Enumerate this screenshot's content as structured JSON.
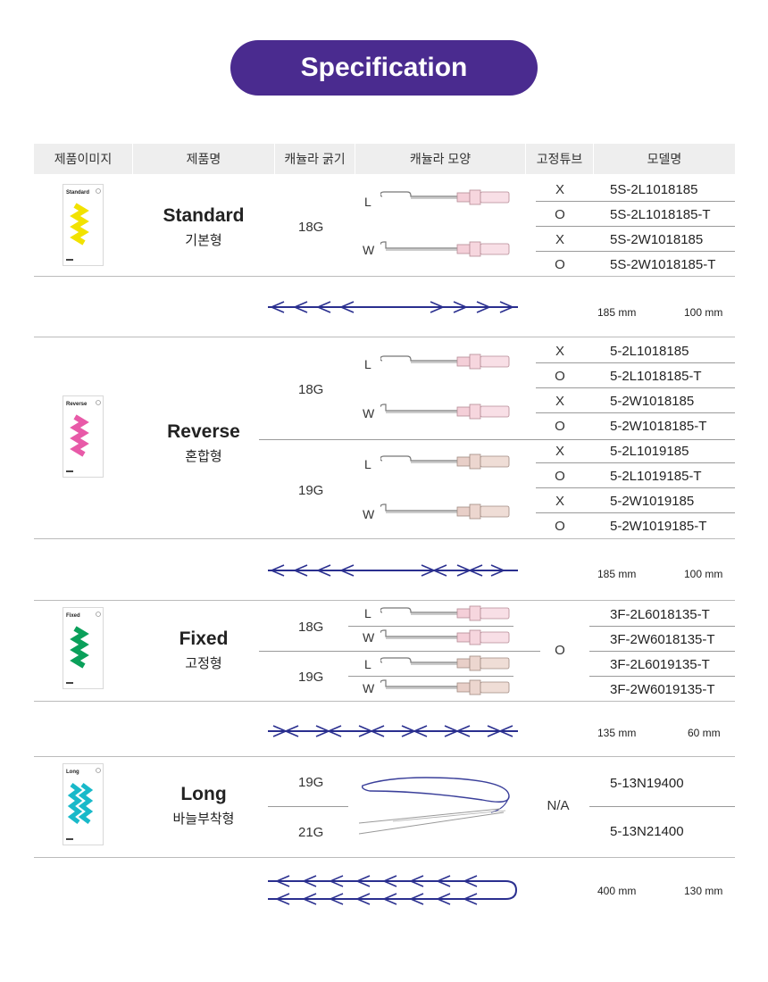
{
  "title": "Specification",
  "header": {
    "image": "제품이미지",
    "name": "제품명",
    "gauge": "캐뉼라 굵기",
    "shape": "캐뉼라 모양",
    "fixing_tube": "고정튜브",
    "model": "모델명"
  },
  "colors": {
    "title_bg": "#4a2b8f",
    "thread": "#2a2f8f",
    "standard": "#f2e200",
    "reverse": "#e85aa8",
    "fixed": "#0aa05a",
    "long": "#19b9c9"
  },
  "standard": {
    "name": "Standard",
    "name_kr": "기본형",
    "pkg_label": "Standard",
    "gauge": "18G",
    "shape_l": "L",
    "shape_w": "W",
    "fix": [
      "X",
      "O",
      "X",
      "O"
    ],
    "models": [
      "5S-2L1018185",
      "5S-2L1018185-T",
      "5S-2W1018185",
      "5S-2W1018185-T"
    ],
    "dim1": "185 mm",
    "dim2": "100 mm"
  },
  "reverse": {
    "name": "Reverse",
    "name_kr": "혼합형",
    "pkg_label": "Reverse",
    "gauge_a": "18G",
    "gauge_b": "19G",
    "shape_l": "L",
    "shape_w": "W",
    "fix": [
      "X",
      "O",
      "X",
      "O",
      "X",
      "O",
      "X",
      "O"
    ],
    "models": [
      "5-2L1018185",
      "5-2L1018185-T",
      "5-2W1018185",
      "5-2W1018185-T",
      "5-2L1019185",
      "5-2L1019185-T",
      "5-2W1019185",
      "5-2W1019185-T"
    ],
    "dim1": "185 mm",
    "dim2": "100 mm"
  },
  "fixed": {
    "name": "Fixed",
    "name_kr": "고정형",
    "pkg_label": "Fixed",
    "gauge_a": "18G",
    "gauge_b": "19G",
    "shape_l": "L",
    "shape_w": "W",
    "fix": "O",
    "models": [
      "3F-2L6018135-T",
      "3F-2W6018135-T",
      "3F-2L6019135-T",
      "3F-2W6019135-T"
    ],
    "dim1": "135 mm",
    "dim2": "60 mm"
  },
  "long": {
    "name": "Long",
    "name_kr": "바늘부착형",
    "pkg_label": "Long",
    "gauge_a": "19G",
    "gauge_b": "21G",
    "fix": "N/A",
    "models": [
      "5-13N19400",
      "5-13N21400"
    ],
    "dim1": "400 mm",
    "dim2": "130 mm"
  }
}
